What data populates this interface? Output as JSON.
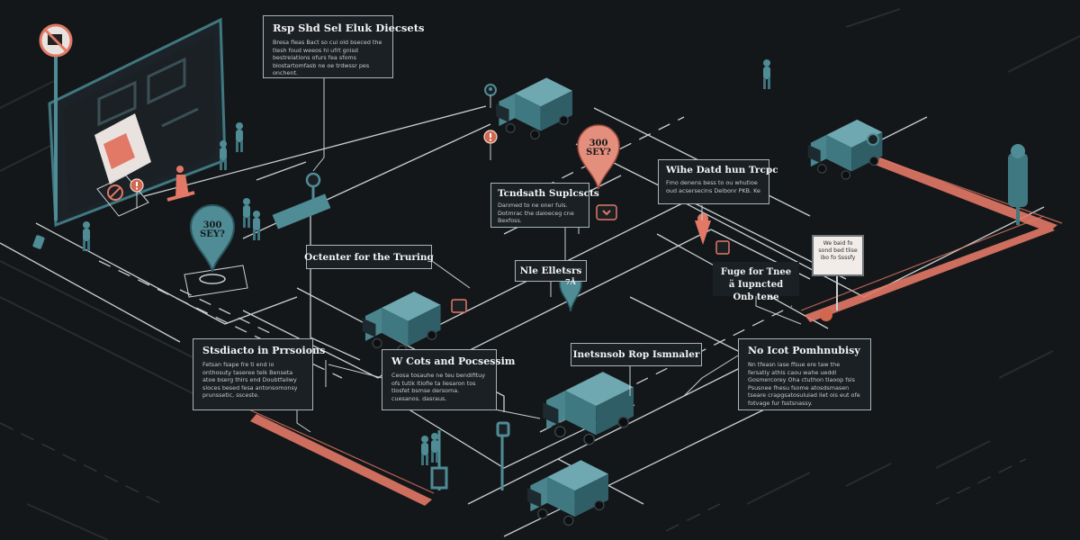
{
  "colors": {
    "background": "#141719",
    "road_line": "#c9cfd2",
    "teal": "#4f8c96",
    "salmon": "#e27866",
    "callout_border": "#aab4ba"
  },
  "callouts": [
    {
      "id": "c1",
      "title": "Rsp Shd Sel Eluk Diecsets",
      "body": "Bresa fleas Bact so cui old bseced the tlesh foud weeos hi ufrt gnisd bestrelations ofurs fea sfoms blostartomfasb ne oe trdwssr pes onchent."
    },
    {
      "id": "c2",
      "title": "Tcndsath Suplcscts",
      "body": "Danmed to ne oner fuls. Dotmrac the daioeceg cne Bexfoss."
    },
    {
      "id": "c3",
      "title": "Wihe Datd hun Trcpc",
      "body": "Fmo denens bess to ou whutioe oud acsersecins Delbonr PKB. Ke"
    },
    {
      "id": "c4",
      "title": "Octenter for the Truring",
      "body": ""
    },
    {
      "id": "c5",
      "title": "Nle Elletsrs",
      "body": ""
    },
    {
      "id": "c6",
      "title": "Fuge for Tnee ä Iupncted Onb tene",
      "body": ""
    },
    {
      "id": "c7",
      "title": "Stsdiacto in Prrsoions",
      "body": "Fetsan fsape fre ti end io onthosuty taseree telk Benseta atoe bserg thirs end Doubtfailwy sloces besed fesa antonsomonsy prunssetic, ssceste."
    },
    {
      "id": "c8",
      "title": "W Cots and Pocsessim",
      "body": "Ceosa tosauhe ne teu bendifituy ofs tutik ltlofie ta liesaron tos tlosfet bsmse dersoma. cuesanos. dasraus."
    },
    {
      "id": "c9",
      "title": "Inetsnsob Rop Ismnaler",
      "body": ""
    },
    {
      "id": "c10",
      "title": "No Icot Pomhnubisy",
      "body": "Nn tfeasn iase ffsue ere taw the fersatly athis caou wahe ueddl Gosmercorey Oha ctuthon tlaoop fsls Psusnee fhesu fsome atosdsmasen tseare crapgsatosuluiad ilet ois eut ofe fotvage fur fsstsnassy."
    }
  ],
  "pins": [
    {
      "id": "p1",
      "line1": "300",
      "line2": "SEY?"
    },
    {
      "id": "p2",
      "line1": "300",
      "line2": "SEY?"
    },
    {
      "id": "p3",
      "line1": "7Å",
      "line2": ""
    }
  ],
  "sign": {
    "text": "We baid fo sond bed tlise ibo fo Ssssfy"
  },
  "no_truck_sign_icon": "no-truck-icon"
}
